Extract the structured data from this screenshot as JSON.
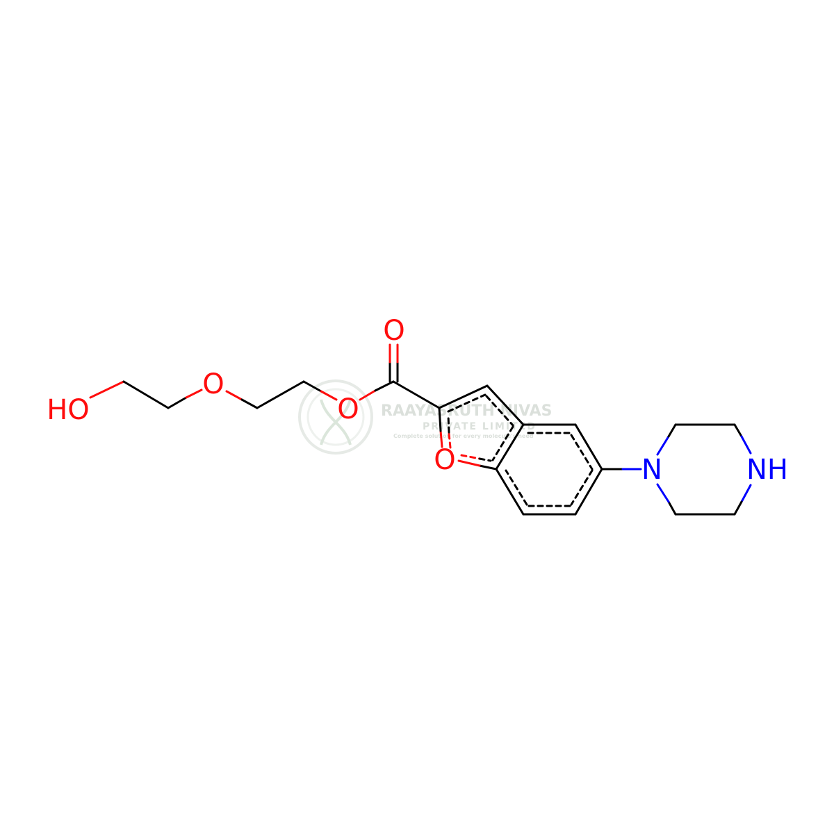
{
  "molecule": {
    "atoms": {
      "hydroxyl": "HO",
      "ether_oxygen": "O",
      "ester_oxygen": "O",
      "carbonyl_oxygen": "O",
      "furan_oxygen": "O",
      "piperazine_n1": "N",
      "piperazine_nh": "NH"
    },
    "colors": {
      "bond": "#000000",
      "oxygen": "#ff0d0d",
      "nitrogen": "#0000ff"
    }
  },
  "watermark": {
    "company": "RAAYASRUTH NIVAS",
    "subtitle": "PRIVATE LIMITED",
    "tagline": "Complete solution for every molecule's need",
    "color": "#9aa89a"
  }
}
